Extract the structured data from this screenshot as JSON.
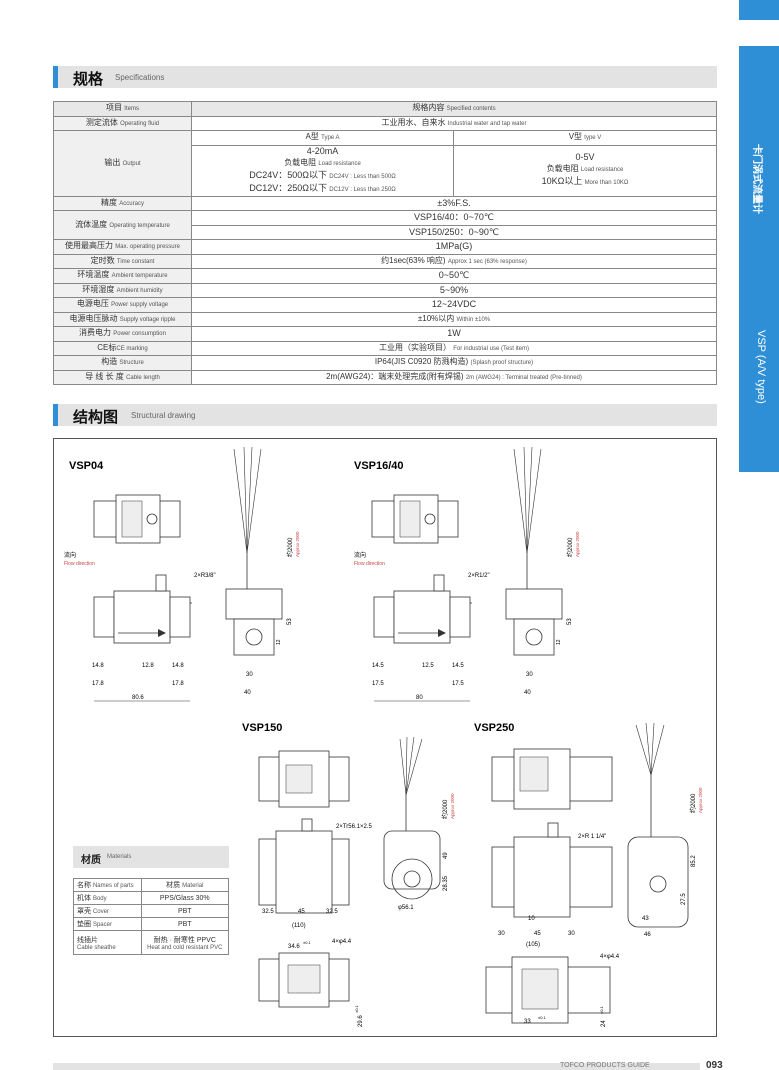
{
  "side_tabs": {
    "product_group": "卡门涡式流量计",
    "series": "VSP (A/V type)"
  },
  "spec_section": {
    "title_cn": "规格",
    "title_en": "Specifications"
  },
  "spec": {
    "header": {
      "item_cn": "项目",
      "item_en": "Items",
      "content_cn": "规格内容",
      "content_en": "Specified contents"
    },
    "fluid": {
      "label_cn": "测定流体",
      "label_en": "Operating fluid",
      "value_cn": "工业用水、自来水",
      "value_en": "Industrial water and tap water"
    },
    "type_a": {
      "label_cn": "A型",
      "label_en": "Type A"
    },
    "type_v": {
      "label_cn": "V型",
      "label_en": "type V"
    },
    "output": {
      "label_cn": "输出",
      "label_en": "Output",
      "a_line1": "4-20mA",
      "a_line2_cn": "负载电阻",
      "a_line2_en": "Load resistance",
      "a_line3": "DC24V：500Ω以下",
      "a_line3_en": "DC24V : Less than 500Ω",
      "a_line4": "DC12V：250Ω以下",
      "a_line4_en": "DC12V : Less than 250Ω",
      "v_line1": "0-5V",
      "v_line2_cn": "负载电阻",
      "v_line2_en": "Load resistance",
      "v_line3": "10KΩ以上",
      "v_line3_en": "More than 10KΩ"
    },
    "accuracy": {
      "label_cn": "精度",
      "label_en": "Accuracy",
      "value": "±3%F.S."
    },
    "fluid_temp": {
      "label_cn": "流体温度",
      "label_en": "Operating temperature",
      "value1": "VSP16/40：0~70℃",
      "value2": "VSP150/250：0~90℃"
    },
    "pressure": {
      "label_cn": "使用最高压力",
      "label_en": "Max. operating pressure",
      "value": "1MPa(G)"
    },
    "time_const": {
      "label_cn": "定时数",
      "label_en": "Time constant",
      "value_cn": "约1sec(63% 响应)",
      "value_en": "Approx 1 sec (63% response)"
    },
    "ambient_temp": {
      "label_cn": "环境温度",
      "label_en": "Ambient temperature",
      "value": "0~50℃"
    },
    "humidity": {
      "label_cn": "环境湿度",
      "label_en": "Ambient humidity",
      "value": "5~90%"
    },
    "supply_voltage": {
      "label_cn": "电源电压",
      "label_en": "Power supply voltage",
      "value": "12~24VDC"
    },
    "ripple": {
      "label_cn": "电源电压脉动",
      "label_en": "Supply voltage ripple",
      "value_cn": "±10%以内",
      "value_en": "Within ±10%"
    },
    "consumption": {
      "label_cn": "消费电力",
      "label_en": "Power consumption",
      "value": "1W"
    },
    "ce": {
      "label_cn": "CE标",
      "label_en": "CE marking",
      "value_cn": "工业用（实验项目）",
      "value_en": "For industrial use (Test item)"
    },
    "structure": {
      "label_cn": "构造",
      "label_en": "Structure",
      "value_cn": "IP64(JIS C0920 防溅构造)",
      "value_en": "(Splash proof structure)"
    },
    "cable": {
      "label_cn": "导 线 长 度",
      "label_en": "Cable length",
      "value_cn": "2m(AWG24)：端末处理完成(附有焊锡)",
      "value_en": "2m (AWG24) : Terminal treated (Pre-tinned)"
    }
  },
  "drawing_section": {
    "title_cn": "结构图",
    "title_en": "Structural drawing"
  },
  "drawings": {
    "vsp04": {
      "name": "VSP04",
      "flow_cn": "流向",
      "flow_en": "Flow direction",
      "thread": "2×R3/8\"",
      "d1": "14.8",
      "d2": "12.8",
      "d3": "14.8",
      "d4": "17.8",
      "d5": "17.8",
      "total": "80.6",
      "w1": "30",
      "w2": "40",
      "h1": "53",
      "h2": "12",
      "cable_cn": "约2000",
      "cable_en": "Approx 2000"
    },
    "vsp16": {
      "name": "VSP16/40",
      "flow_cn": "流向",
      "flow_en": "Flow direction",
      "thread": "2×R1/2\"",
      "d1": "14.5",
      "d2": "12.5",
      "d3": "14.5",
      "d4": "17.5",
      "d5": "17.5",
      "total": "80",
      "w1": "30",
      "w2": "40",
      "h1": "53",
      "h2": "12",
      "cable_cn": "约2000",
      "cable_en": "Approx 2000"
    },
    "vsp150": {
      "name": "VSP150",
      "thread": "2×Tr56.1×2.5",
      "phi": "φ56.1",
      "a": "32.5",
      "b": "45",
      "c": "32.5",
      "total": "(110)",
      "h1": "49",
      "h2": "28.35",
      "w": "34.6",
      "w_tol": "±0.1",
      "holes": "4×φ4.4",
      "h3": "29.6",
      "h3_tol": "±0.1",
      "cable_cn": "约2000",
      "cable_en": "Approx 2000"
    },
    "vsp250": {
      "name": "VSP250",
      "thread": "2×R 1 1/4\"",
      "a": "10",
      "b": "30",
      "c": "45",
      "d": "30",
      "total": "(105)",
      "w1": "43",
      "w2": "46",
      "h1": "27.5",
      "h2": "85.2",
      "holes": "4×φ4.4",
      "w3": "33",
      "w3_tol": "±0.1",
      "h3": "24",
      "h3_tol": "±0.1",
      "cable_cn": "约2000",
      "cable_en": "Approx 2000"
    }
  },
  "materials": {
    "title_cn": "材质",
    "title_en": "Materials",
    "header": {
      "name_cn": "名称",
      "name_en": "Names of parts",
      "mat_cn": "材质",
      "mat_en": "Material"
    },
    "rows": [
      {
        "name_cn": "机体",
        "name_en": "Body",
        "value": "PPS/Glass 30%"
      },
      {
        "name_cn": "罩壳",
        "name_en": "Cover",
        "value": "PBT"
      },
      {
        "name_cn": "垫圈",
        "name_en": "Spacer",
        "value": "PBT"
      }
    ],
    "cable_row": {
      "name_cn": "线插片",
      "name_en": "Cable sheathe",
      "value_cn": "耐热 · 耐寒性 PPVC",
      "value_en": "Heat and cold resistant PVC"
    }
  },
  "footer": {
    "guide": "TOFCO PRODUCTS GUIDE",
    "page": "093"
  }
}
